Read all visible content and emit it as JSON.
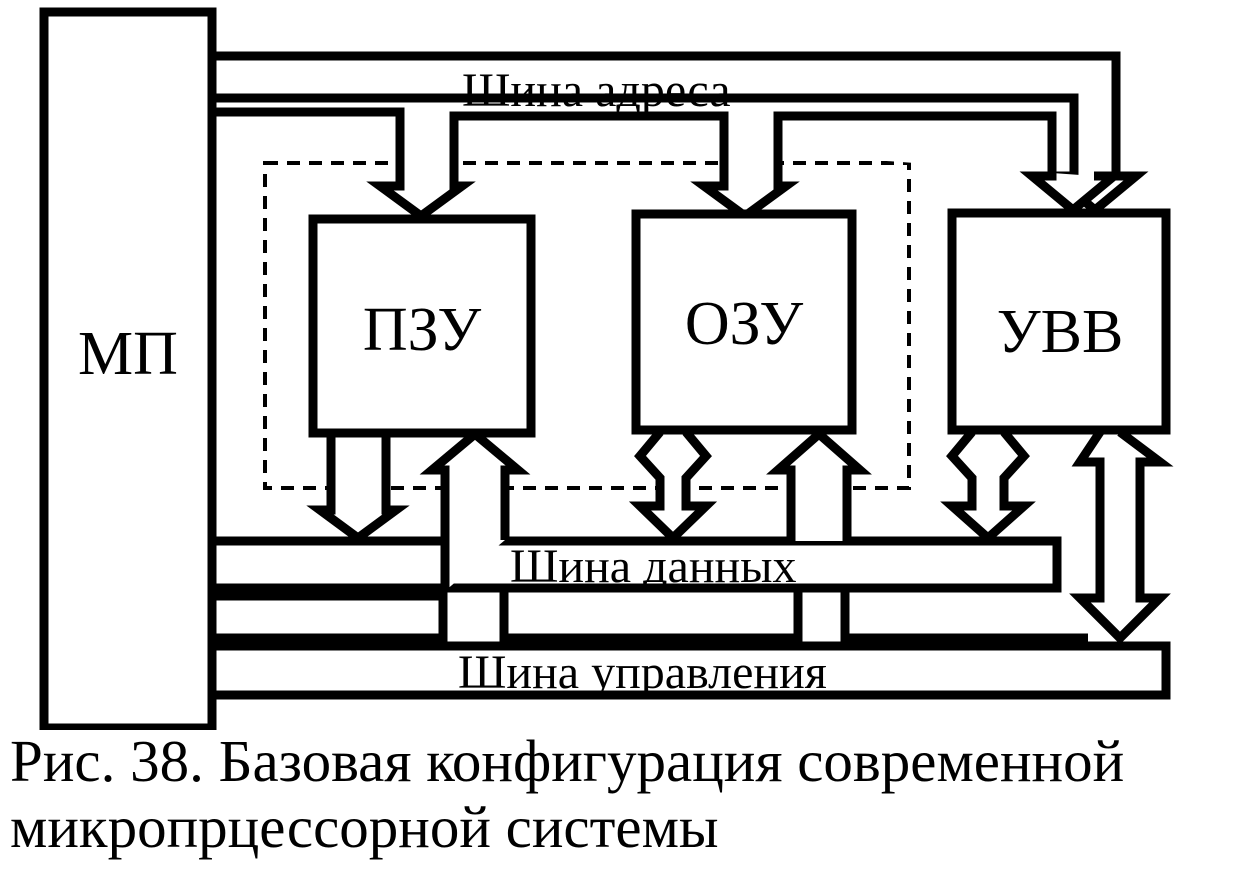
{
  "blocks": {
    "mp": "МП",
    "rom": "ПЗУ",
    "ram": "ОЗУ",
    "io": "УВВ"
  },
  "buses": {
    "address": "Шина адреса",
    "data": "Шина данных",
    "control": "Шина управления"
  },
  "caption": {
    "line1": "Рис. 38. Базовая конфигурация современной",
    "line2": "микропрцессорной системы"
  },
  "colors": {
    "stroke": "#000000",
    "background": "#ffffff"
  }
}
